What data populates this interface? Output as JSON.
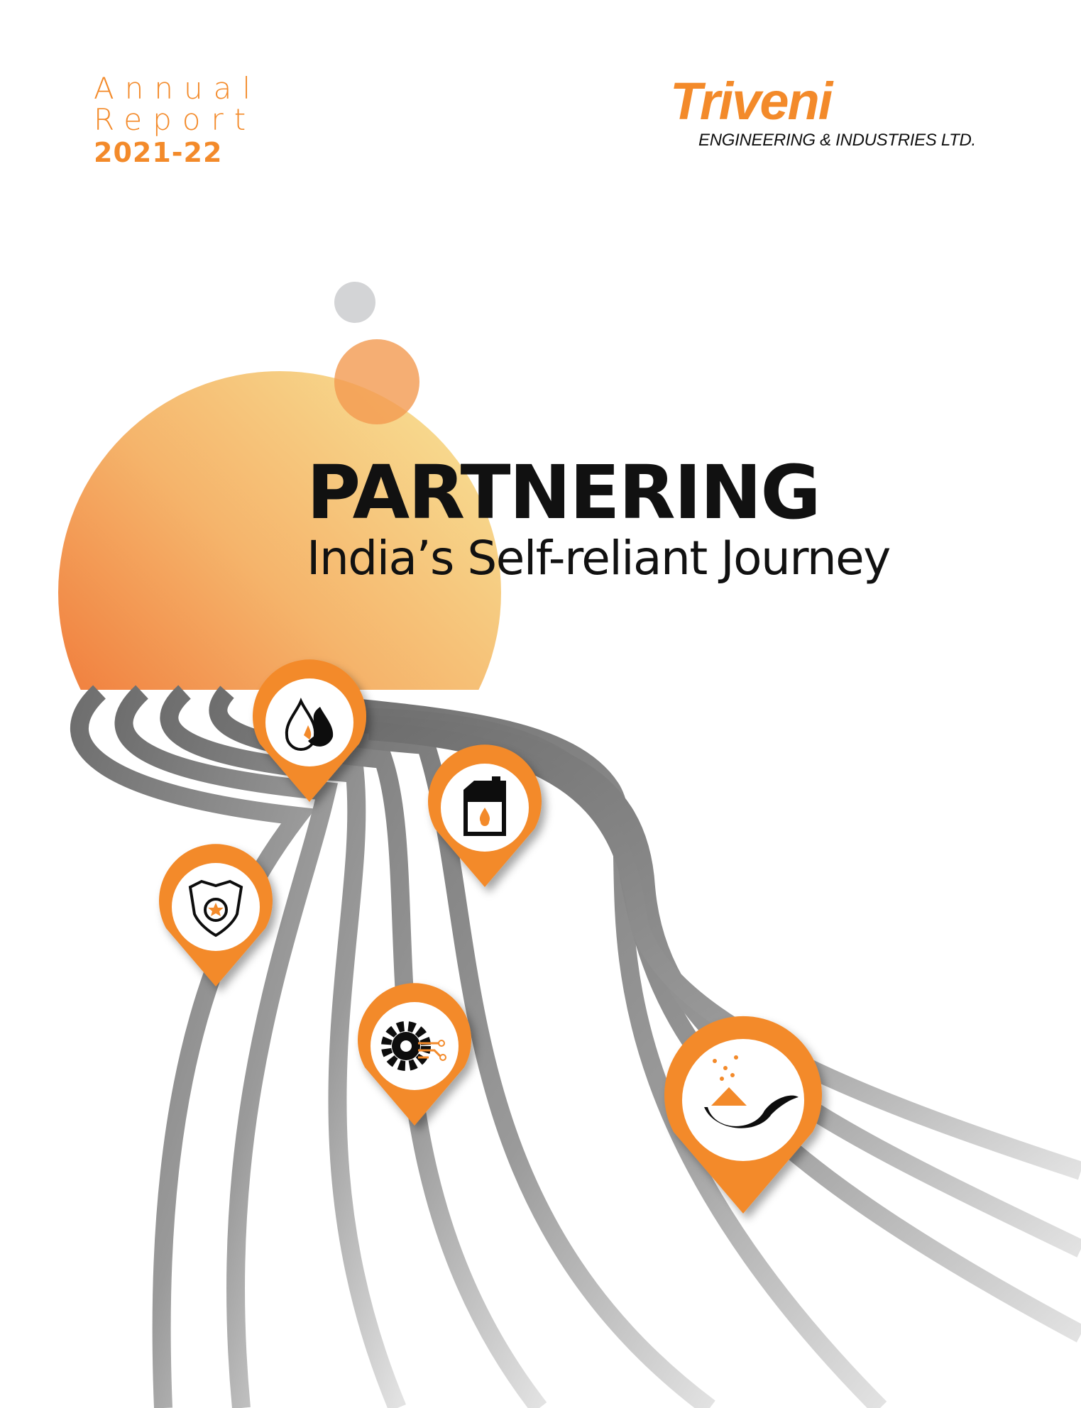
{
  "report": {
    "line1": "Annual",
    "line2": "Report",
    "year": "2021-22"
  },
  "logo": {
    "brand": "Triveni",
    "subtitle": "ENGINEERING & INDUSTRIES LTD."
  },
  "headline": {
    "title": "PARTNERING",
    "subtitle": "India’s Self-reliant Journey"
  },
  "pins": [
    {
      "icon": "oil-drops-icon"
    },
    {
      "icon": "fuel-canister-icon"
    },
    {
      "icon": "defence-badge-icon"
    },
    {
      "icon": "gear-circuit-icon"
    },
    {
      "icon": "sugar-spoon-icon"
    }
  ],
  "colors": {
    "accent": "#f38a2a",
    "road": "#8a8a8a",
    "text": "#111111"
  }
}
